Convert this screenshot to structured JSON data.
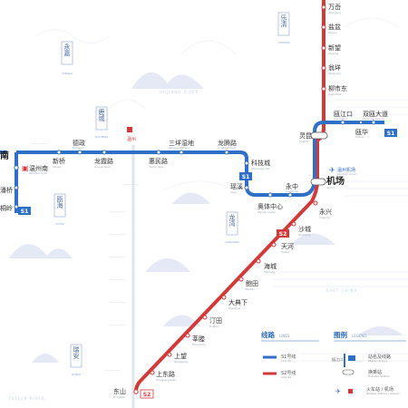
{
  "lines": {
    "s1": {
      "badge": "S1",
      "color": "#2f6fc6"
    },
    "s2": {
      "badge": "S2",
      "color": "#d23a3a"
    }
  },
  "stations": {
    "wancheng": {
      "name": "万岙",
      "sub": "Wancheng"
    },
    "yanpan": {
      "name": "盐盆",
      "sub": "Yanpen"
    },
    "xinwang": {
      "name": "新望",
      "sub": "Xinwang"
    },
    "chaozhang": {
      "name": "翁垟",
      "sub": "Wengyang"
    },
    "liushi": {
      "name": "柳市东",
      "sub": "Liushi East"
    },
    "oujiangkou": {
      "name": "瓯江口",
      "sub": "Oujiangkou"
    },
    "shuangou": {
      "name": "双瓯大道",
      "sub": "Shuangou Avenue"
    },
    "lingkun": {
      "name": "灵昆",
      "sub": "Lingkun"
    },
    "linghua": {
      "name": "瓯华",
      "sub": "Ouhua"
    },
    "airport": {
      "name": "机场",
      "sub": "Airport"
    },
    "airport_tag": {
      "name": "温州机场",
      "sub": "Wenzhou Airport"
    },
    "yongxing": {
      "name": "永兴",
      "sub": "Yongxing"
    },
    "yongzhong": {
      "name": "永中",
      "sub": "Yongzhong"
    },
    "aoti": {
      "name": "奥体中心",
      "sub": "Olympic Center"
    },
    "yaoxi": {
      "name": "瑶溪",
      "sub": "Yaoxi"
    },
    "keji": {
      "name": "科技城",
      "sub": "Technology City"
    },
    "longteng": {
      "name": "龙腾路",
      "sub": "Longteng Road"
    },
    "sanyang": {
      "name": "三垟湿地",
      "sub": "Sanyang Wetland"
    },
    "huimin": {
      "name": "惠民路",
      "sub": "Huimin Road"
    },
    "longxia": {
      "name": "龙霞路",
      "sub": "Longxia Road"
    },
    "xinqiao": {
      "name": "新桥",
      "sub": "Xinqiao"
    },
    "dehe": {
      "name": "德政",
      "sub": "Dezheng"
    },
    "wzs": {
      "name": "温州南",
      "sub": "Wenzhou South"
    },
    "tongling": {
      "name": "潘桥",
      "sub": "Panqiao"
    },
    "tongxi": {
      "name": "桐岭",
      "sub": "Tongling"
    },
    "nan": {
      "name": "南",
      "sub": ""
    },
    "shacheng": {
      "name": "沙城",
      "sub": "Shacheng"
    },
    "tianhe": {
      "name": "天河",
      "sub": "Tianhe"
    },
    "haicheng": {
      "name": "海城",
      "sub": "Haicheng"
    },
    "baotian": {
      "name": "鲍田",
      "sub": "Baotian"
    },
    "dadianxia": {
      "name": "大典下",
      "sub": "Dadianxia"
    },
    "tingtian": {
      "name": "汀田",
      "sub": "Tingtian"
    },
    "xingqiao": {
      "name": "莘塍",
      "sub": "Shencheng"
    },
    "shangwang": {
      "name": "上望",
      "sub": "Shangwang"
    },
    "shangdong": {
      "name": "上东路",
      "sub": "Shangdong Road"
    },
    "dongshan": {
      "name": "东山",
      "sub": "Dongshan"
    },
    "wenzhou_rail": {
      "name": "温州",
      "sub": ""
    }
  },
  "districts": {
    "yongjia": {
      "name": "永嘉",
      "sub": "YONGJIA"
    },
    "yueqing": {
      "name": "乐清",
      "sub": "YUEQING"
    },
    "lucheng": {
      "name": "鹿城",
      "sub": "LUCHENG"
    },
    "ouhai": {
      "name": "瓯海",
      "sub": "OUHAI"
    },
    "longwan": {
      "name": "龙湾",
      "sub": "LONGWAN"
    },
    "ruian": {
      "name": "瑞安",
      "sub": "RUIAN"
    }
  },
  "rivers": {
    "oujiang": "OUJIANG RIVER",
    "feiyun": "FEIYUN RIVER",
    "east_china_sea": "EAST CHINA"
  },
  "legend": {
    "lines_title": "线路",
    "lines_en": "LINES",
    "s1_label": "S1号线",
    "s1_sub": "Line S1",
    "s2_label": "S2号线",
    "s2_sub": "Line S2",
    "legend_title": "图例",
    "legend_en": "LEGEND",
    "interchange_label": "站名及线路",
    "interchange_sub": "Station & Line",
    "transfer_label": "换乘站",
    "transfer_sub": "Transfer Station",
    "rail_label": "火车站 / 机场",
    "rail_sub": "Railway Station / Airport",
    "sample_station": "瓯江口"
  }
}
